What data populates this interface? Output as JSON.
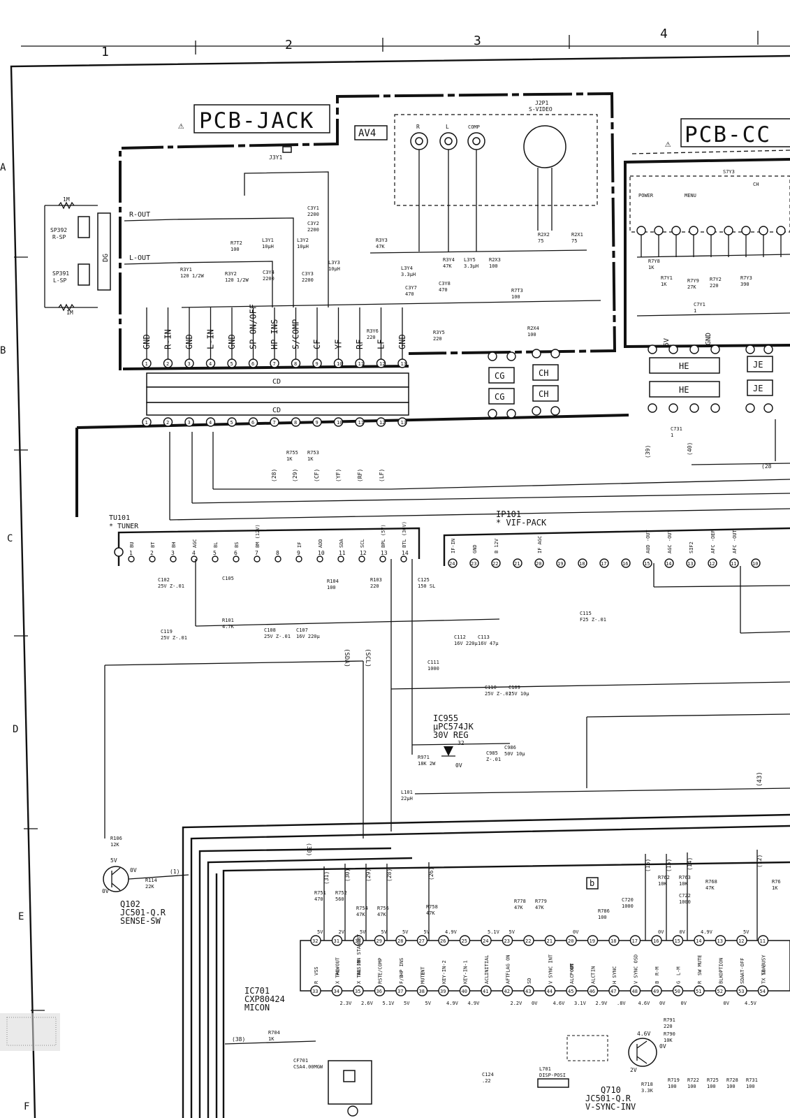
{
  "grid": {
    "columns": [
      "1",
      "2",
      "3",
      "4"
    ],
    "rows": [
      "A",
      "B",
      "C",
      "D",
      "E",
      "F"
    ]
  },
  "boards": {
    "pcb_jack": "PCB-JACK",
    "pcb_cc": "PCB-CC",
    "av4": "AV4"
  },
  "jacks": {
    "j3y1": "J3Y1",
    "j2p1": "J2P1",
    "svideo": "S-VIDEO",
    "r": "R",
    "l": "L",
    "comp": "COMP"
  },
  "speakers": {
    "rsp_ref": "SP392",
    "rsp_name": "R-SP",
    "lsp_ref": "SP391",
    "lsp_name": "L-SP",
    "dg": "DG",
    "r_out": "R-OUT",
    "l_out": "L-OUT",
    "res_top": "1M",
    "res_bot": "1M"
  },
  "cd_pins": [
    "GND",
    "R-IN",
    "GND",
    "L-IN",
    "GND",
    "SP ON/OFF",
    "HP INS",
    "S/COMP",
    "CF",
    "YF",
    "RF",
    "LF",
    "GND"
  ],
  "connectors": {
    "cd": "CD",
    "cg": "CG",
    "ch": "CH",
    "he": "HE",
    "je": "JE",
    "s7y3": "S7Y3",
    "ch_label": "CH"
  },
  "cc_buttons": [
    "POWER",
    "MENU"
  ],
  "cc_pins": [
    "5V",
    "GND"
  ],
  "jack_parts": [
    {
      "ref": "R7T2",
      "val": "100"
    },
    {
      "ref": "L3Y1",
      "val": "10μH"
    },
    {
      "ref": "L3Y2",
      "val": "10μH"
    },
    {
      "ref": "C3Y1",
      "val": "2200"
    },
    {
      "ref": "C3Y2",
      "val": "2200"
    },
    {
      "ref": "L3Y3",
      "val": "10μH"
    },
    {
      "ref": "R3Y1",
      "val": "120 1/2W"
    },
    {
      "ref": "R3Y2",
      "val": "120 1/2W"
    },
    {
      "ref": "C3Y4",
      "val": "2200"
    },
    {
      "ref": "C3Y3",
      "val": "2200"
    },
    {
      "ref": "R3Y3",
      "val": "47K"
    },
    {
      "ref": "L3Y4",
      "val": "3.3μH"
    },
    {
      "ref": "R3Y4",
      "val": "47K"
    },
    {
      "ref": "L3Y5",
      "val": "3.3μH"
    },
    {
      "ref": "R2X3",
      "val": "100"
    },
    {
      "ref": "R2X2",
      "val": "75"
    },
    {
      "ref": "R2X1",
      "val": "75"
    },
    {
      "ref": "C3Y7",
      "val": "470"
    },
    {
      "ref": "C3Y8",
      "val": "470"
    },
    {
      "ref": "R7T3",
      "val": "100"
    },
    {
      "ref": "R3Y6",
      "val": "220"
    },
    {
      "ref": "R3Y5",
      "val": "220"
    },
    {
      "ref": "R2X4",
      "val": "100"
    }
  ],
  "cc_parts": [
    {
      "ref": "R7Y8",
      "val": "1K"
    },
    {
      "ref": "R7Y1",
      "val": "1K"
    },
    {
      "ref": "R7Y9",
      "val": "27K"
    },
    {
      "ref": "R7Y2",
      "val": "220"
    },
    {
      "ref": "R7Y3",
      "val": "390"
    },
    {
      "ref": "C7Y1",
      "val": "1"
    },
    {
      "ref": "C731",
      "val": "1"
    }
  ],
  "mid_parts": [
    {
      "ref": "R755",
      "val": "1K"
    },
    {
      "ref": "R753",
      "val": "1K"
    }
  ],
  "bus_labels": [
    "(28)",
    "(29)",
    "(CF)",
    "(YF)",
    "(RF)",
    "(LF)",
    "(39)",
    "(40)",
    "(28"
  ],
  "tuner": {
    "ref": "TU101",
    "name": "* TUNER",
    "pins": [
      {
        "n": "1",
        "name": "BU"
      },
      {
        "n": "2",
        "name": "BT"
      },
      {
        "n": "3",
        "name": "BH"
      },
      {
        "n": "4",
        "name": "AGC"
      },
      {
        "n": "5",
        "name": "BL"
      },
      {
        "n": "6",
        "name": "BS"
      },
      {
        "n": "7",
        "name": "BM (12V)"
      },
      {
        "n": "8",
        "name": ""
      },
      {
        "n": "9",
        "name": "IF"
      },
      {
        "n": "10",
        "name": "ADD"
      },
      {
        "n": "11",
        "name": "SDA"
      },
      {
        "n": "12",
        "name": "SCL"
      },
      {
        "n": "13",
        "name": "BPL (5V)"
      },
      {
        "n": "14",
        "name": "BTL (30V)"
      }
    ]
  },
  "vif": {
    "ref": "IP101",
    "name": "* VIF-PACK",
    "pins": [
      {
        "n": "24",
        "name": "IF-IN"
      },
      {
        "n": "23",
        "name": "GND"
      },
      {
        "n": "22",
        "name": "B 12V"
      },
      {
        "n": "21",
        "name": ""
      },
      {
        "n": "20",
        "name": "IF AGC"
      },
      {
        "n": "19",
        "name": ""
      },
      {
        "n": "18",
        "name": ""
      },
      {
        "n": "17",
        "name": ""
      },
      {
        "n": "16",
        "name": ""
      },
      {
        "n": "15",
        "name": "AUD -OUT"
      },
      {
        "n": "14",
        "name": "AGC -OUT"
      },
      {
        "n": "13",
        "name": "SIF2"
      },
      {
        "n": "12",
        "name": "AFC -DEF"
      },
      {
        "n": "11",
        "name": "AFC -OUT"
      },
      {
        "n": "10",
        "name": ""
      }
    ]
  },
  "tuner_parts": [
    {
      "ref": "C102",
      "val": "25V Z-.01"
    },
    {
      "ref": "C105",
      "val": ""
    },
    {
      "ref": "R104",
      "val": "100"
    },
    {
      "ref": "R103",
      "val": "220"
    },
    {
      "ref": "C125",
      "val": "150 SL"
    },
    {
      "ref": "R101",
      "val": "4.7K"
    },
    {
      "ref": "C119",
      "val": "25V Z-.01"
    },
    {
      "ref": "C108",
      "val": "25V Z-.01"
    },
    {
      "ref": "C107",
      "val": "16V 220μ"
    },
    {
      "ref": "C112",
      "val": "16V 220μ"
    },
    {
      "ref": "C113",
      "val": "16V 47μ"
    },
    {
      "ref": "C115",
      "val": "F25 Z-.01"
    },
    {
      "ref": "C111",
      "val": "1000"
    },
    {
      "ref": "C110",
      "val": "25V Z-.01"
    },
    {
      "ref": "C109",
      "val": "25V 10μ"
    },
    {
      "ref": "C985",
      "val": "Z-.01"
    },
    {
      "ref": "C986",
      "val": "50V 10μ"
    },
    {
      "ref": "R971",
      "val": "18K 2W"
    },
    {
      "ref": "L101",
      "val": "22μH"
    },
    {
      "ref": "R106",
      "val": "12K"
    },
    {
      "ref": "R114",
      "val": "22K"
    }
  ],
  "net_labels": {
    "sda": "(SDA)",
    "scl": "(SCL)",
    "n43": "(43)",
    "n30": "(30)",
    "n1": "(1)",
    "n38": "(38)"
  },
  "regulator": {
    "ref": "IC955",
    "part": "μPC574JK",
    "desc": "30V REG",
    "pin": "32",
    "v0": "0V"
  },
  "q102": {
    "ref": "Q102",
    "part": "JC501-Q.R",
    "desc": "SENSE-SW",
    "v5": "5V",
    "v0a": "0V",
    "v0b": "0V"
  },
  "q710": {
    "ref": "Q710",
    "part": "JC501-Q.R",
    "desc": "V-SYNC-INV",
    "v46": "4.6V",
    "v0": "0V",
    "v2": "2V"
  },
  "micon": {
    "ref": "IC701",
    "part": "CXP80424",
    "desc": "MICON",
    "top_pins": [
      {
        "n": "32",
        "name": "VSS",
        "v": "5V"
      },
      {
        "n": "31",
        "name": "POW",
        "v": "2V"
      },
      {
        "n": "30",
        "name": "BUS-ON STANDBY",
        "v": "5V"
      },
      {
        "n": "29",
        "name": "E/COMP",
        "v": "5V"
      },
      {
        "n": "28",
        "name": "HP INS",
        "v": "5V"
      },
      {
        "n": "27",
        "name": "INT",
        "v": "5V"
      },
      {
        "n": "26",
        "name": "",
        "v": "4.9V"
      },
      {
        "n": "25",
        "name": "",
        "v": ""
      },
      {
        "n": "24",
        "name": "INITIAL",
        "v": "5.1V"
      },
      {
        "n": "23",
        "name": "FLAG ON",
        "v": "5V"
      },
      {
        "n": "22",
        "name": "",
        "v": ""
      },
      {
        "n": "21",
        "name": "",
        "v": ""
      },
      {
        "n": "20",
        "name": "P-ON",
        "v": "0V"
      },
      {
        "n": "19",
        "name": "T",
        "v": ""
      },
      {
        "n": "18",
        "name": "",
        "v": ""
      },
      {
        "n": "17",
        "name": "",
        "v": ""
      },
      {
        "n": "16",
        "name": "R-M",
        "v": "0V"
      },
      {
        "n": "15",
        "name": "L-M",
        "v": "0V"
      },
      {
        "n": "14",
        "name": "SW MUTE",
        "v": "4.9V"
      },
      {
        "n": "13",
        "name": "OPTION",
        "v": ""
      },
      {
        "n": "12",
        "name": "AT-OFF",
        "v": "5V"
      },
      {
        "n": "11",
        "name": "TX BUSY",
        "v": ""
      }
    ],
    "bot_pins": [
      {
        "n": "33",
        "name": "R",
        "v": ""
      },
      {
        "n": "34",
        "name": "X TAL OUT",
        "v": "2.3V"
      },
      {
        "n": "35",
        "name": "X TAL IN",
        "v": "2.6V"
      },
      {
        "n": "36",
        "name": "RST",
        "v": "5.1V"
      },
      {
        "n": "37",
        "name": "F/B",
        "v": "5V"
      },
      {
        "n": "38",
        "name": "MUTE",
        "v": "5V"
      },
      {
        "n": "39",
        "name": "KEY-IN-2",
        "v": "4.9V"
      },
      {
        "n": "40",
        "name": "KEY-IN-1",
        "v": "4.9V"
      },
      {
        "n": "41",
        "name": "ACL",
        "v": ""
      },
      {
        "n": "42",
        "name": "AFT",
        "v": "2.2V"
      },
      {
        "n": "43",
        "name": "SD",
        "v": "0V"
      },
      {
        "n": "44",
        "name": "V SYNC INT",
        "v": "4.6V"
      },
      {
        "n": "45",
        "name": "ALC OUT",
        "v": "3.1V"
      },
      {
        "n": "46",
        "name": "ALC IN",
        "v": "2.9V"
      },
      {
        "n": "47",
        "name": "H SYNC",
        "v": ".8V"
      },
      {
        "n": "48",
        "name": "V SYNC OSD",
        "v": "4.6V"
      },
      {
        "n": "49",
        "name": "B",
        "v": "0V"
      },
      {
        "n": "50",
        "name": "G",
        "v": "0V"
      },
      {
        "n": "51",
        "name": "R",
        "v": ""
      },
      {
        "n": "52",
        "name": "BLK",
        "v": "0V"
      },
      {
        "n": "53",
        "name": "SDA",
        "v": "4.5V"
      },
      {
        "n": "54",
        "name": "TX SDA",
        "v": ""
      }
    ]
  },
  "micon_parts": [
    {
      "ref": "R751",
      "val": "470"
    },
    {
      "ref": "R752",
      "val": "560"
    },
    {
      "ref": "R754",
      "val": "47K"
    },
    {
      "ref": "R756",
      "val": "47K"
    },
    {
      "ref": "R758",
      "val": "47K"
    },
    {
      "ref": "R778",
      "val": "47K"
    },
    {
      "ref": "R779",
      "val": "47K"
    },
    {
      "ref": "R786",
      "val": "100"
    },
    {
      "ref": "C720",
      "val": "1000"
    },
    {
      "ref": "R762",
      "val": "10K"
    },
    {
      "ref": "R763",
      "val": "10K"
    },
    {
      "ref": "C722",
      "val": "1000"
    },
    {
      "ref": "R768",
      "val": "47K"
    },
    {
      "ref": "R76",
      "val": "1K"
    },
    {
      "ref": "R704",
      "val": "1K"
    },
    {
      "ref": "CF701",
      "val": "CSA4.00MGW"
    },
    {
      "ref": "C124",
      "val": ".22"
    },
    {
      "ref": "L701",
      "val": "DISP-POSI"
    },
    {
      "ref": "R791",
      "val": "220"
    },
    {
      "ref": "R790",
      "val": "10K"
    },
    {
      "ref": "R718",
      "val": "3.3K"
    },
    {
      "ref": "R719",
      "val": "100"
    },
    {
      "ref": "R722",
      "val": "100"
    },
    {
      "ref": "R725",
      "val": "100"
    },
    {
      "ref": "R728",
      "val": "100"
    },
    {
      "ref": "R731",
      "val": "100"
    }
  ],
  "micon_nets": [
    "(31)",
    "(30)",
    "(29)",
    "(28)",
    "(26)",
    "(16)",
    "(15)",
    "(14)",
    "(12)"
  ],
  "point_b": "b"
}
